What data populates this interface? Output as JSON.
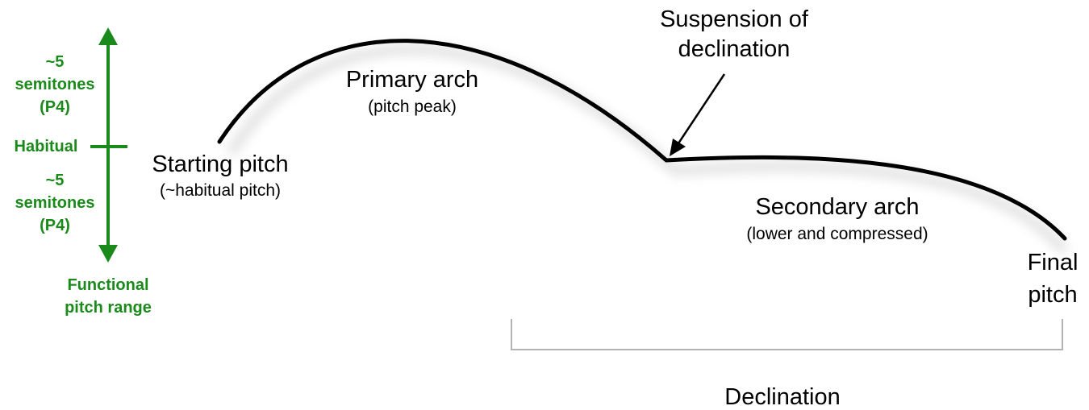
{
  "colors": {
    "contour": "#000000",
    "range": "#1a8a1a",
    "bracket": "#b3b3b3",
    "text": "#000000"
  },
  "range_scale": {
    "upper": [
      "~5",
      "semitones",
      "(P4)"
    ],
    "habitual": "Habitual",
    "lower": [
      "~5",
      "semitones",
      "(P4)"
    ],
    "caption": [
      "Functional",
      "pitch range"
    ]
  },
  "contour_labels": {
    "starting": {
      "title": "Starting pitch",
      "sub": "(~habitual pitch)"
    },
    "primary": {
      "title": "Primary arch",
      "sub": "(pitch peak)"
    },
    "suspension": [
      "Suspension of",
      "declination"
    ],
    "secondary": {
      "title": "Secondary arch",
      "sub": "(lower and compressed)"
    },
    "final": [
      "Final",
      "pitch"
    ]
  },
  "declination": "Declination"
}
